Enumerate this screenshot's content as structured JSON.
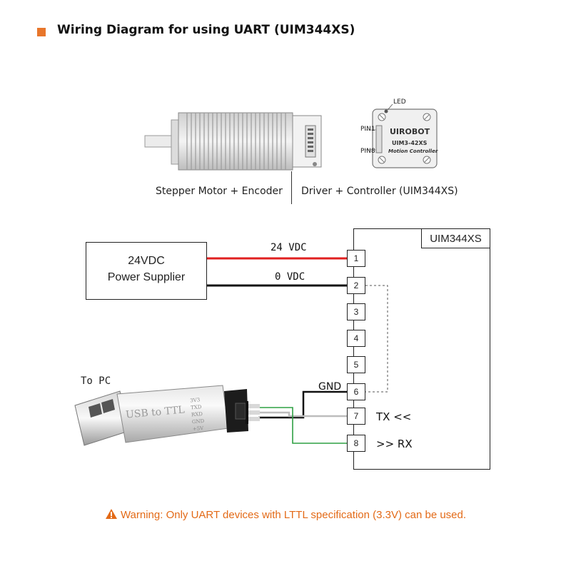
{
  "title": "Wiring Diagram for using UART (UIM344XS)",
  "captions": {
    "motor": "Stepper Motor + Encoder",
    "driver": "Driver + Controller (UIM344XS)"
  },
  "controller_board": {
    "led_label": "LED",
    "pin1_label": "PIN1",
    "pin8_label": "PIN8",
    "brand": "UIROBOT",
    "model": "UIM3-42XS",
    "subtitle": "Motion Controller"
  },
  "power_supply": {
    "line1": "24VDC",
    "line2": "Power Supplier"
  },
  "wires": {
    "vdc24": "24 VDC",
    "vdc0": "0 VDC",
    "gnd": "GND"
  },
  "uim_box_label": "UIM344XS",
  "pins": [
    "1",
    "2",
    "3",
    "4",
    "5",
    "6",
    "7",
    "8"
  ],
  "pin_labels": {
    "tx": "TX <<",
    "rx": ">> RX"
  },
  "usb_adapter": {
    "to_pc": "To PC",
    "name": "USB to TTL",
    "pins": [
      "3V3",
      "TXD",
      "RXD",
      "GND",
      "+5V"
    ]
  },
  "warning": "Warning: Only UART devices with LTTL specification (3.3V) can be used.",
  "colors": {
    "accent": "#e8762b",
    "wire_24v": "#e02020",
    "wire_0v": "#111111",
    "wire_tx": "#b8b8b8",
    "wire_rx": "#2ea043",
    "warning": "#e36a17"
  }
}
